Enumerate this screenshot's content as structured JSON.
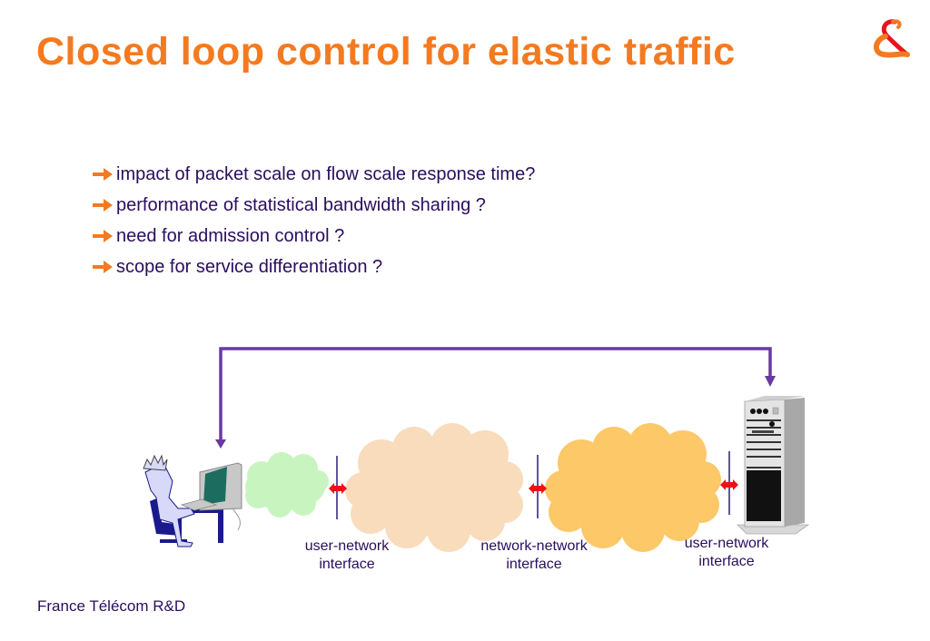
{
  "slide": {
    "title": "Closed loop control for elastic traffic",
    "logo_icon": "france-telecom-ampersand-logo",
    "bullets": [
      {
        "icon": "orange-right-arrow-icon",
        "text": "impact of packet scale on flow scale response time?"
      },
      {
        "icon": "orange-right-arrow-icon",
        "text": "performance of statistical bandwidth sharing ?"
      },
      {
        "icon": "orange-right-arrow-icon",
        "text": "need for admission control ?"
      },
      {
        "icon": "orange-right-arrow-icon",
        "text": "scope for service differentiation ?"
      }
    ],
    "diagram": {
      "nodes": [
        {
          "name": "user-at-computer",
          "icon": "user-computer-icon"
        },
        {
          "name": "access-network-cloud",
          "color": "#c8f5bf"
        },
        {
          "name": "network-cloud-1",
          "color": "#f8dcbc"
        },
        {
          "name": "network-cloud-2",
          "color": "#fcc868"
        },
        {
          "name": "server",
          "icon": "server-tower-icon"
        }
      ],
      "interfaces": [
        {
          "label_line1": "user-network",
          "label_line2": "interface"
        },
        {
          "label_line1": "network-network",
          "label_line2": "interface"
        },
        {
          "label_line1": "user-network",
          "label_line2": "interface"
        }
      ],
      "feedback_loop": {
        "from": "server",
        "to": "user-at-computer",
        "color": "#6a3aa0"
      },
      "interface_arrow_color": "#ee1111"
    },
    "footer": "France Télécom R&D"
  },
  "colors": {
    "title": "#f47a20",
    "text": "#2a0d5e",
    "bullet_arrow": "#f47a20"
  }
}
